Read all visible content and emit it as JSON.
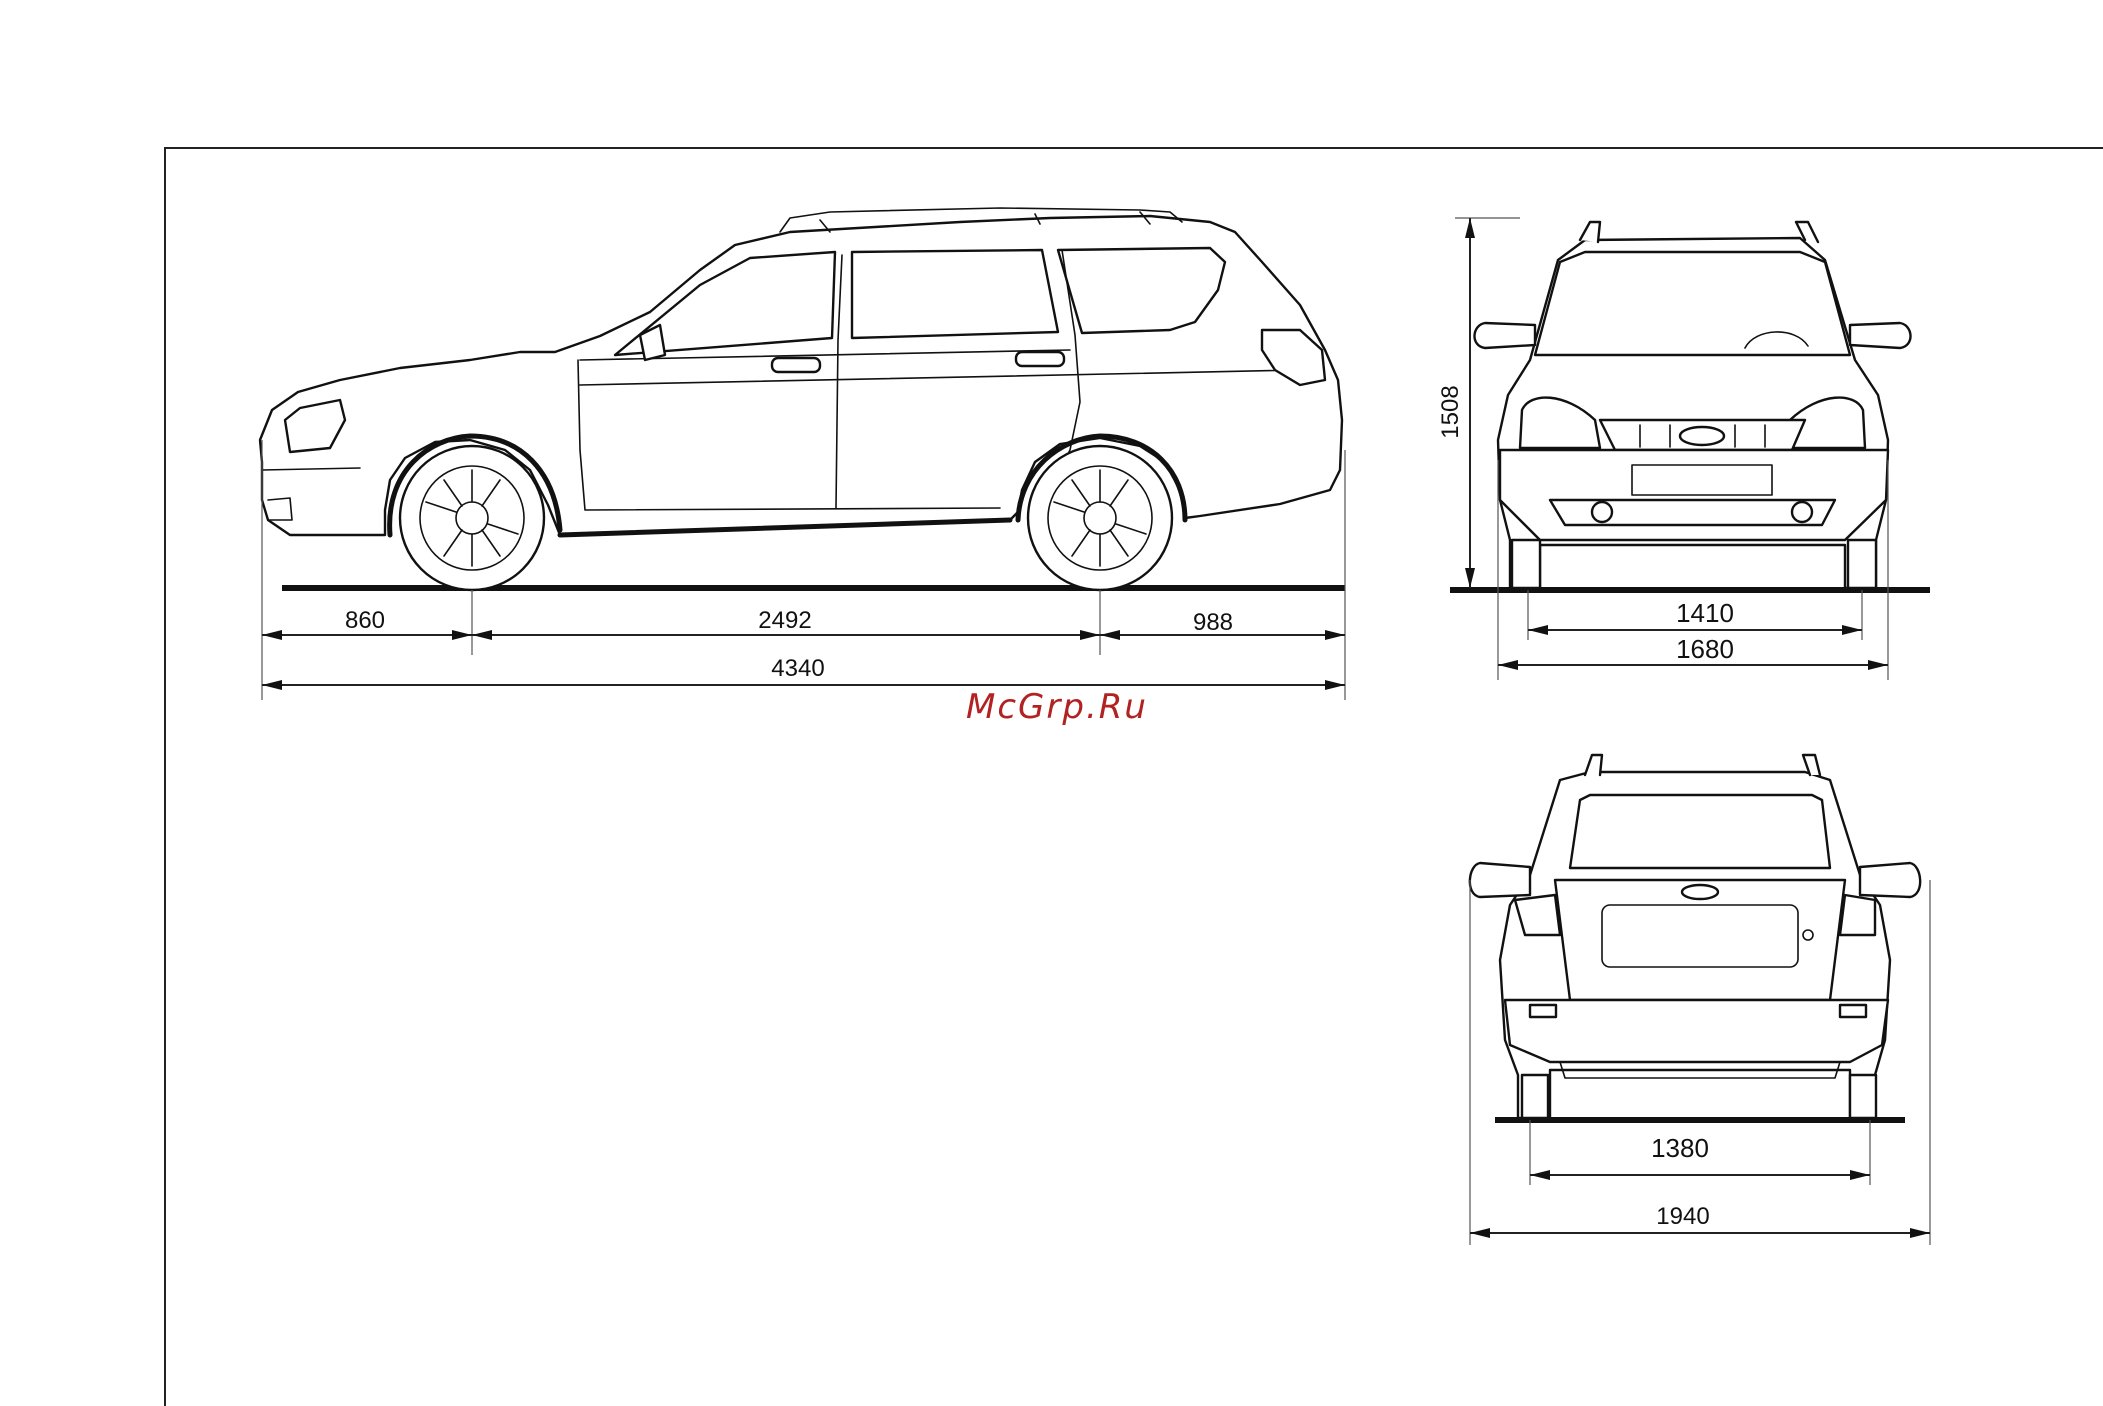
{
  "dimensions": {
    "front_overhang": "860",
    "wheelbase": "2492",
    "rear_overhang": "988",
    "overall_length": "4340",
    "height": "1508",
    "front_track": "1410",
    "front_width": "1680",
    "rear_track": "1380",
    "overall_width": "1940"
  },
  "watermark": "McGrp.Ru",
  "colors": {
    "lines": "#111111",
    "watermark": "#b22222",
    "background": "#ffffff"
  }
}
